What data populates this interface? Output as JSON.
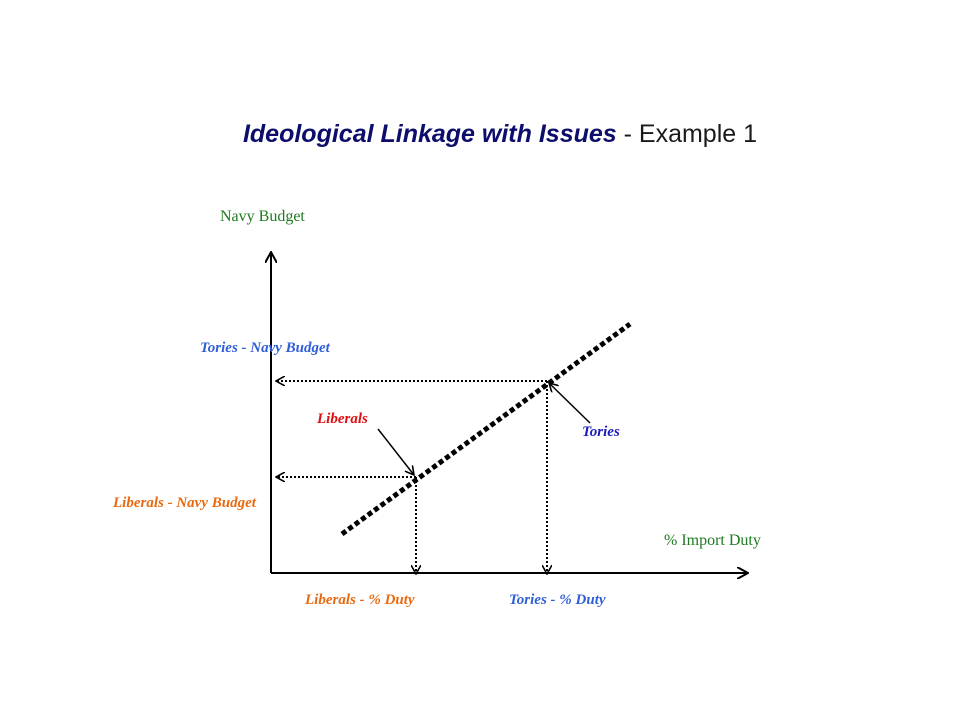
{
  "title": {
    "main": "Ideological Linkage with Issues",
    "separator": " - ",
    "sub": "Example 1"
  },
  "axes": {
    "y_label": "Navy Budget",
    "x_label": "% Import Duty"
  },
  "labels": {
    "tories_navy_budget": "Tories - Navy Budget",
    "liberals_navy_budget": "Liberals - Navy Budget",
    "liberals_point": "Liberals",
    "tories_point": "Tories",
    "liberals_duty": "Liberals - % Duty",
    "tories_duty": "Tories - % Duty"
  },
  "colors": {
    "axis_label": "#1f7a1f",
    "tories_blue": "#2f5fd6",
    "tories_dark_blue": "#1c1cb8",
    "liberals_red": "#e01010",
    "liberals_orange": "#e86a10",
    "title_navy": "#0d0d6b"
  }
}
